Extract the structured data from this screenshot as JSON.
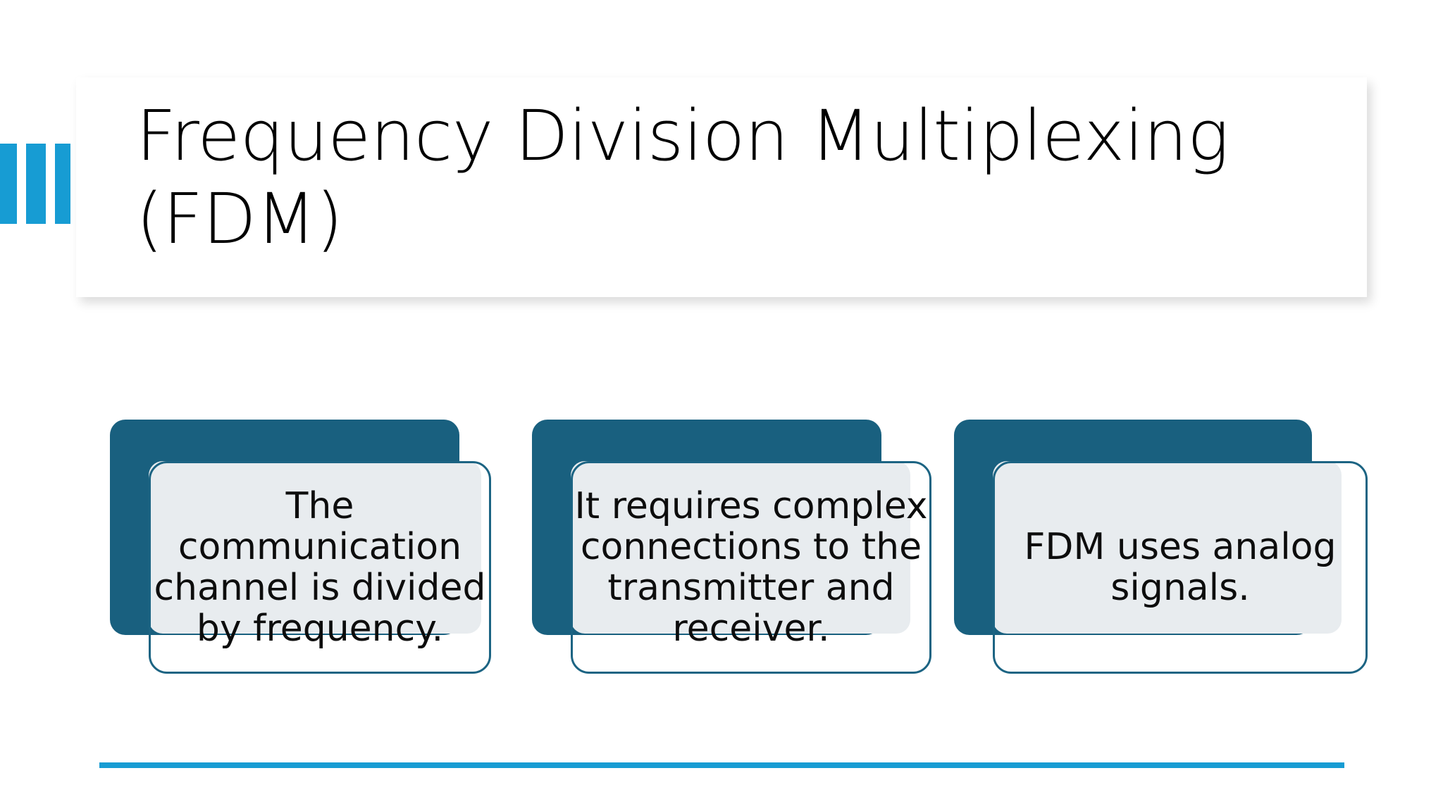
{
  "slide": {
    "title": "Frequency Division Multiplexing (FDM)",
    "title_line1": "Frequency Division Multiplexing",
    "title_line2": "(FDM)",
    "background_color": "#FFFFFF"
  },
  "theme": {
    "accent_blue": "#179CD3",
    "deep_teal": "#19607F",
    "panel_gray": "#E8ECEF",
    "outline_teal": "#1C6483",
    "text_color": "#0D0D0D"
  },
  "decor": {
    "left_bars_count": 3,
    "left_bars_color": "#179CD3",
    "bottom_rule_color": "#179CD3"
  },
  "cards": [
    {
      "id": "card-1",
      "text": "The communication channel is divided by frequency."
    },
    {
      "id": "card-2",
      "text": "It requires complex connections to the transmitter and receiver."
    },
    {
      "id": "card-3",
      "text": "FDM uses analog signals."
    }
  ]
}
